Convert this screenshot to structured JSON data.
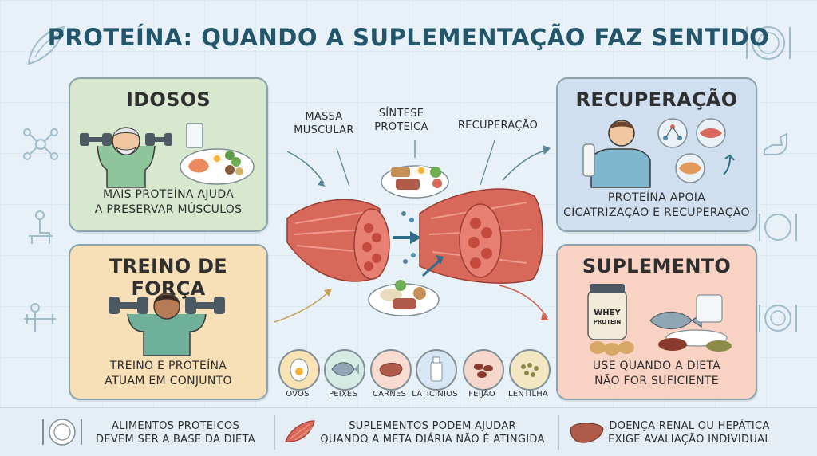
{
  "title": "PROTEÍNA: QUANDO A SUPLEMENTAÇÃO FAZ SENTIDO",
  "cards": {
    "idosos": {
      "heading": "IDOSOS",
      "line1": "MAIS PROTEÍNA AJUDA",
      "line2": "A PRESERVAR MÚSCULOS"
    },
    "treino": {
      "heading": "TREINO DE FORÇA",
      "line1": "TREINO E PROTEÍNA",
      "line2": "ATUAM EM CONJUNTO"
    },
    "recuperacao": {
      "heading": "RECUPERAÇÃO",
      "line1": "PROTEÍNA APOIA",
      "line2": "CICATRIZAÇÃO E RECUPERAÇÃO"
    },
    "suplemento": {
      "heading": "SUPLEMENTO",
      "line1": "USE QUANDO A DIETA",
      "line2": "NÃO FOR SUFICIENTE",
      "jar_label": "WHEY",
      "jar_sub": "PROTEIN"
    }
  },
  "center": {
    "massa1": "MASSA",
    "massa2": "MUSCULAR",
    "sintese1": "SÍNTESE",
    "sintese2": "PROTEICA",
    "recuperacao": "RECUPERAÇÃO"
  },
  "foods": [
    "OVOS",
    "PEIXES",
    "CARNES",
    "LATICÍNIOS",
    "FEIJÃO",
    "LENTILHA"
  ],
  "footer": {
    "item1": {
      "line1": "ALIMENTOS PROTEICOS",
      "line2": "DEVEM SER A BASE DA DIETA"
    },
    "item2": {
      "line1": "SUPLEMENTOS PODEM AJUDAR",
      "line2": "QUANDO A META DIÁRIA NÃO É ATINGIDA"
    },
    "item3": {
      "line1": "DOENÇA RENAL OU HEPÁTICA",
      "line2": "EXIGE AVALIAÇÃO INDIVIDUAL"
    }
  },
  "icons": [
    "muscle-icon",
    "plate-icon",
    "molecule-icon",
    "bench-icon",
    "flex-arm-icon",
    "fitness-icon",
    "kidney-icon",
    "liver-icon"
  ],
  "colors": {
    "title": "#23556b",
    "idosos": "#d7e8cf",
    "treino": "#f7dfb7",
    "recuperacao": "#cfdff0",
    "suplemento": "#f8d3c3",
    "muscle": "#d8685a",
    "arrow": "#5a8596"
  }
}
